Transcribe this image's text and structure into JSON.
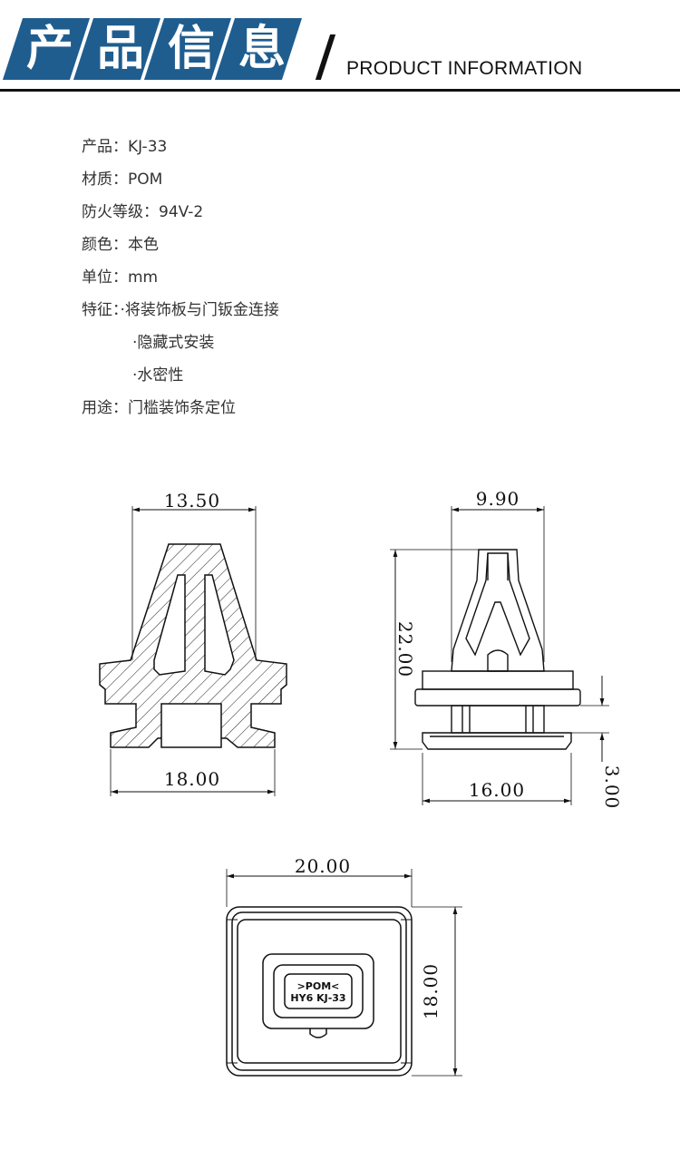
{
  "header": {
    "title_chars": [
      "产",
      "品",
      "信",
      "息"
    ],
    "subtitle": "PRODUCT INFORMATION",
    "accent_color": "#1f5d8f"
  },
  "specs": {
    "product": "产品：KJ-33",
    "material": "材质：POM",
    "fire_rating": "防火等级：94V-2",
    "color": "颜色：本色",
    "unit": "单位：mm",
    "feature_1": "特征：·将装饰板与门钣金连接",
    "feature_2": "·隐藏式安装",
    "feature_3": "·水密性",
    "usage": "用途：门槛装饰条定位"
  },
  "dimensions": {
    "front_top_width": "13.50",
    "front_base_width": "18.00",
    "side_top_width": "9.90",
    "side_height": "22.00",
    "side_base_width": "16.00",
    "side_flange": "3.00",
    "top_width": "20.00",
    "top_depth": "18.00"
  },
  "marking": {
    "line1": ">POM<",
    "line2": "HY6 KJ-33"
  }
}
